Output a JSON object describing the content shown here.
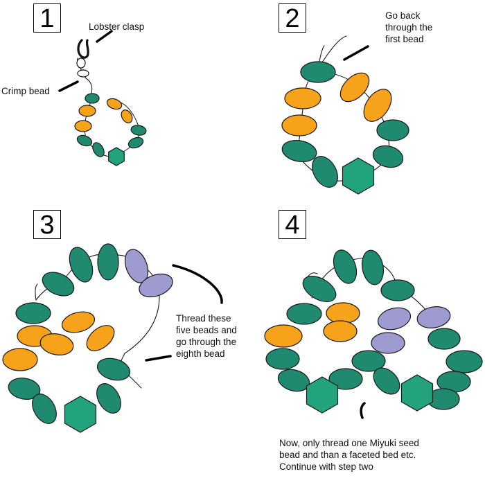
{
  "steps": [
    {
      "number": "1",
      "labels": {
        "clasp": "Lobster clasp",
        "crimp": "Crimp bead"
      }
    },
    {
      "number": "2",
      "labels": {
        "note": [
          "Go back",
          "through the",
          "first bead"
        ]
      }
    },
    {
      "number": "3",
      "labels": {
        "note": [
          "Thread these",
          "five beads and",
          "go through the",
          "eighth bead"
        ]
      }
    },
    {
      "number": "4",
      "labels": {
        "note": [
          "Now, only thread one Miyuki seed",
          "bead and than a faceted bed etc.",
          "Continue with step two"
        ]
      }
    }
  ],
  "colors": {
    "teal_bead": "#1f8a70",
    "orange_bead": "#f7a21b",
    "lavender_bead": "#9d9bd0",
    "hexagon_bead": "#22a37e",
    "outline": "#1a1a1a"
  }
}
